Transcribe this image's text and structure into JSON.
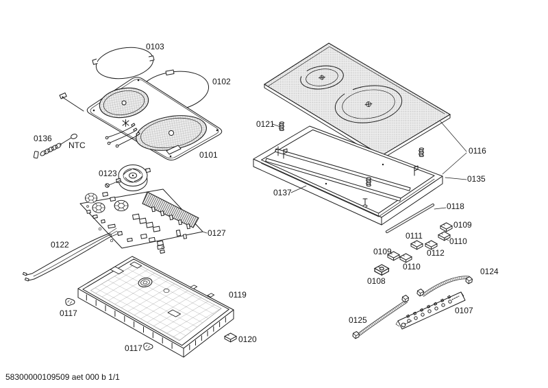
{
  "diagram": {
    "kind": "exploded-parts-diagram",
    "footer": "58300000109509 aet 000 b 1/1",
    "labels": {
      "p0101": "0101",
      "p0102": "0102",
      "p0103": "0103",
      "p0107": "0107",
      "p0108": "0108",
      "p0109a": "0109",
      "p0109b": "0109",
      "p0110a": "0110",
      "p0110b": "0110",
      "p0111": "0111",
      "p0112": "0112",
      "p0116": "0116",
      "p0117a": "0117",
      "p0117b": "0117",
      "p0118": "0118",
      "p0119": "0119",
      "p0120": "0120",
      "p0121": "0121",
      "p0122": "0122",
      "p0123": "0123",
      "p0124": "0124",
      "p0125": "0125",
      "p0127": "0127",
      "p0135": "0135",
      "p0136": "0136",
      "p0137": "0137",
      "ntc": "NTC"
    },
    "colors": {
      "line": "#1c1c1c",
      "halftone": "#a6a6a6",
      "background": "#ffffff"
    }
  }
}
